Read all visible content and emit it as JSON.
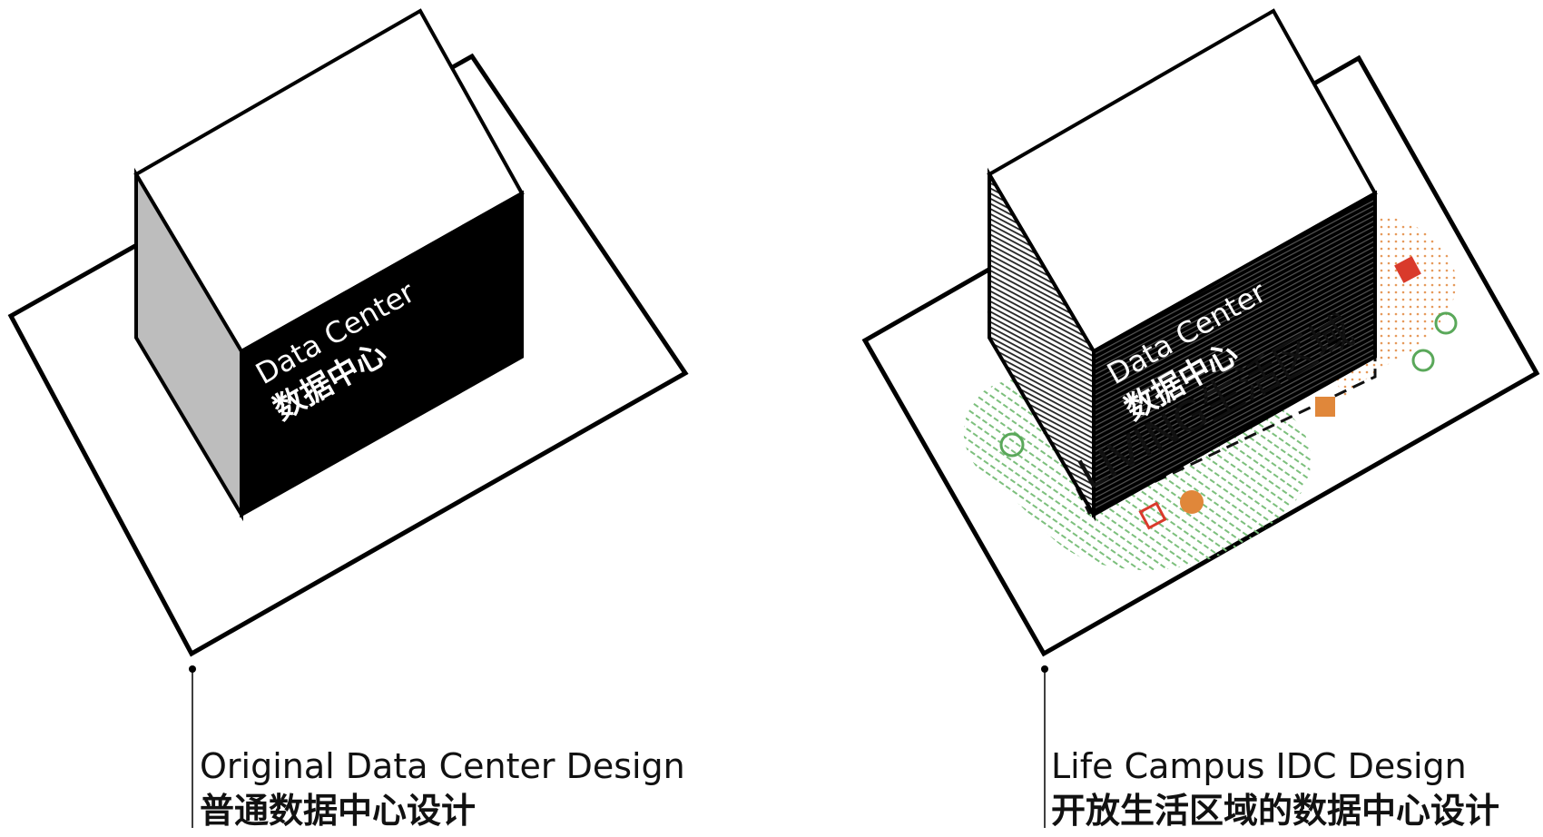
{
  "left_panel": {
    "box_label_en": "Data Center",
    "box_label_cn": "数据中心",
    "caption_en": "Original Data Center Design",
    "caption_cn": "普通数据中心设计"
  },
  "right_panel": {
    "box_label_en": "Data Center",
    "box_label_cn": "数据中心",
    "zone_label": "LIVING生活区域",
    "caption_en": "Life Campus IDC Design",
    "caption_cn": "开放生活区域的数据中心设计"
  },
  "colors": {
    "line": "#000000",
    "green": "#5aa85a",
    "orange": "#e0873a",
    "red": "#d93a2b"
  }
}
